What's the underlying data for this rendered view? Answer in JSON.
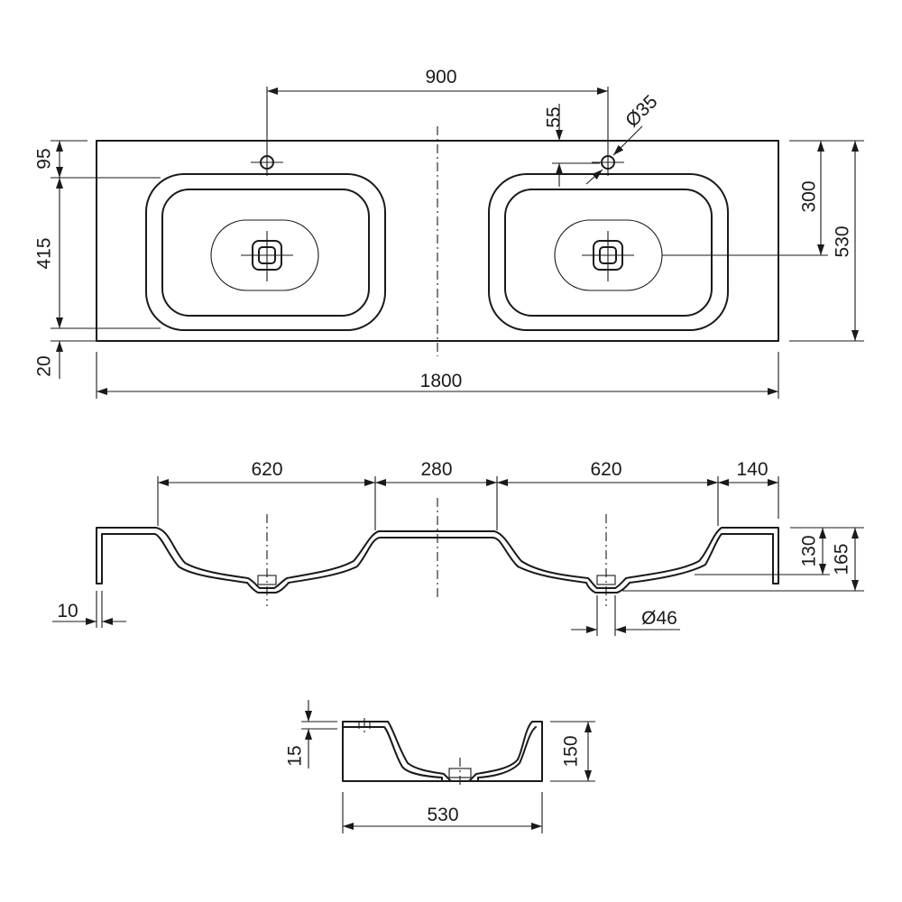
{
  "top_view": {
    "dim_tap_spacing": "900",
    "dim_tap_offset": "55",
    "dim_tap_hole": "Ø35",
    "dim_top_margin": "95",
    "dim_bowl_length": "415",
    "dim_front_margin": "20",
    "dim_drain_position": "300",
    "dim_depth": "530",
    "dim_total_width": "1800"
  },
  "front_view": {
    "dim_bowl_left": "620",
    "dim_gap": "280",
    "dim_bowl_right": "620",
    "dim_end": "140",
    "dim_wall": "10",
    "dim_drain": "Ø46",
    "dim_bowl_height": "130",
    "dim_total_height": "165"
  },
  "side_view": {
    "dim_rim": "15",
    "dim_height": "150",
    "dim_depth": "530"
  },
  "colors": {
    "line": "#1a1a1a",
    "background": "#ffffff"
  }
}
